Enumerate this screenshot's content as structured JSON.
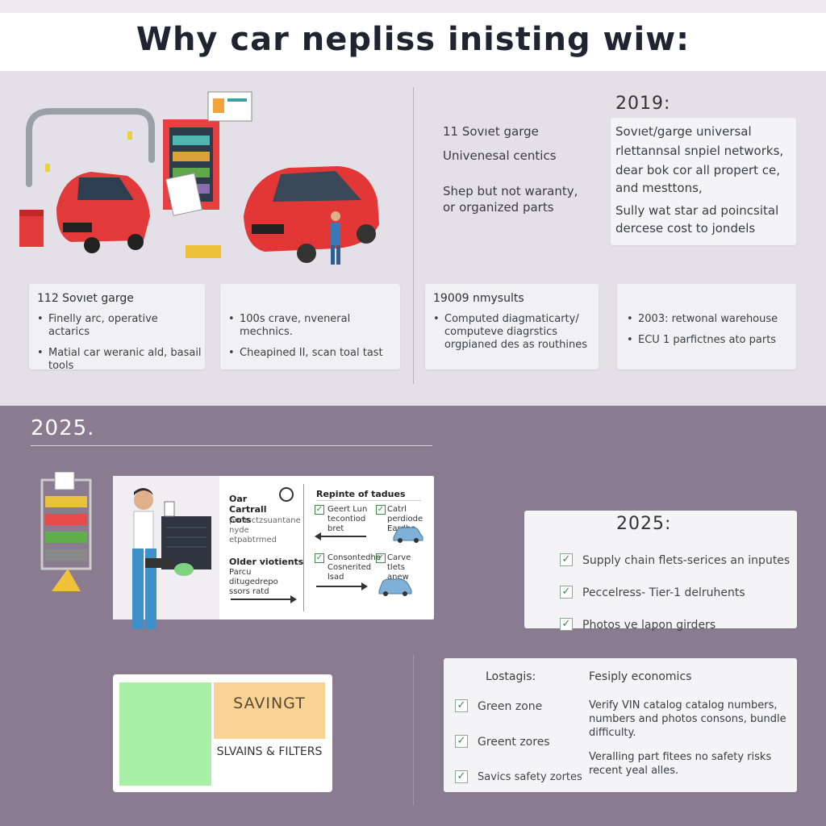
{
  "title": "Why  car nepliss inisting wiw:",
  "top": {
    "mid_texts": [
      "11 Sovıet garge",
      "Univenesal centics",
      "Shep but not waranty,",
      "or organized parts"
    ],
    "year_2019": "2019:",
    "right_box": [
      "Sovıet/garge universal",
      "rlettannsal snpiel networks,",
      "dear bok cor all propert ce,",
      "and mesttons,",
      "Sully wat star ad poincsital",
      "dercese cost to jondels"
    ],
    "cards": [
      {
        "title": "112 Sovıet garge",
        "items": [
          "Finelly arc, operative actarics",
          "Matial car weranic ald, basail tools"
        ]
      },
      {
        "title": "",
        "items": [
          "100s crave, nveneral mechnics.",
          "Cheapined II, scan toal tast"
        ]
      },
      {
        "title": "19009 nmysults",
        "items": [
          "Computed diagmaticarty/ computeve diagrstics orgpianed des as routhines"
        ]
      },
      {
        "title": "",
        "items": [
          "2003: retwonal warehouse",
          "ECU 1 parfictnes ato parts"
        ]
      }
    ]
  },
  "bottom": {
    "year_2025_left": "2025.",
    "panel": {
      "car_controls_title": "Oar Cartrall Cots",
      "older_title": "Older viotients",
      "older_sub": "Parcu ditugedrepo ssors ratd",
      "repair_title": "Repinte of tadues",
      "col_a": [
        "Geert Lun tecontiod bret",
        "Consontedhe Cosnerited lsad"
      ],
      "col_b": [
        "Catrl perdiode Eardbe",
        "Carve tlets anew"
      ],
      "left_small": "prcucctzsuantane nyde etpabtrmed"
    },
    "right_card": {
      "year": "2025:",
      "items": [
        "Supply chain flets-serices an inputes",
        "Peccelress- Tier-1 delruhents",
        "Photos ve lapon girders"
      ]
    },
    "savings": {
      "top": "SAVINGT",
      "bottom": "SLVAINS & FILTERS"
    },
    "econ_card": {
      "left_title": "Lostagis:",
      "right_title": "Fesiply economics",
      "left_items": [
        "Green zone",
        "Greent zores",
        "Savics safety zortes"
      ],
      "right_items": [
        "Verify VIN  catalog catalog numbers, numbers and photos consons, bundle difficulty.",
        "Veralling part fitees no safety risks recent yeal alles."
      ]
    },
    "check_glyph": "✓"
  }
}
